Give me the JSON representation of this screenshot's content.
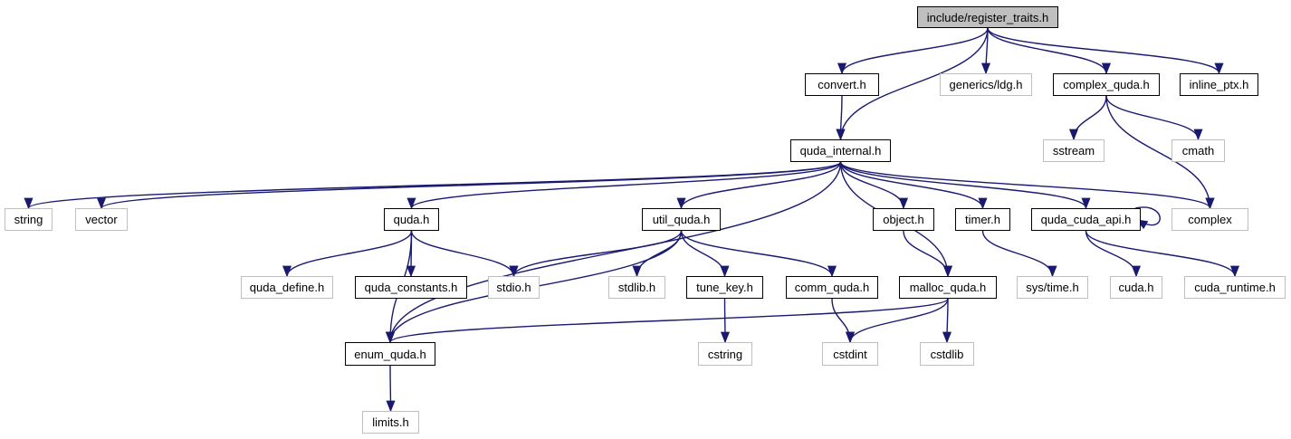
{
  "title": "include/register_traits.h",
  "colors": {
    "edge": "#191970",
    "local_border": "#000000",
    "system_border": "#bfbfbf",
    "root_fill": "#bfbfbf"
  },
  "nodes": {
    "register_traits": {
      "label": "include/register_traits.h",
      "kind": "root"
    },
    "convert": {
      "label": "convert.h",
      "kind": "local"
    },
    "generics_ldg": {
      "label": "generics/ldg.h",
      "kind": "system"
    },
    "complex_quda": {
      "label": "complex_quda.h",
      "kind": "local"
    },
    "inline_ptx": {
      "label": "inline_ptx.h",
      "kind": "local"
    },
    "quda_internal": {
      "label": "quda_internal.h",
      "kind": "local"
    },
    "sstream": {
      "label": "sstream",
      "kind": "system"
    },
    "cmath": {
      "label": "cmath",
      "kind": "system"
    },
    "string": {
      "label": "string",
      "kind": "system"
    },
    "vector": {
      "label": "vector",
      "kind": "system"
    },
    "quda": {
      "label": "quda.h",
      "kind": "local"
    },
    "util_quda": {
      "label": "util_quda.h",
      "kind": "local"
    },
    "object": {
      "label": "object.h",
      "kind": "local"
    },
    "timer": {
      "label": "timer.h",
      "kind": "local"
    },
    "quda_cuda_api": {
      "label": "quda_cuda_api.h",
      "kind": "local"
    },
    "complex": {
      "label": "complex",
      "kind": "system"
    },
    "quda_define": {
      "label": "quda_define.h",
      "kind": "system"
    },
    "quda_constants": {
      "label": "quda_constants.h",
      "kind": "local"
    },
    "stdio": {
      "label": "stdio.h",
      "kind": "system"
    },
    "stdlib": {
      "label": "stdlib.h",
      "kind": "system"
    },
    "tune_key": {
      "label": "tune_key.h",
      "kind": "local"
    },
    "comm_quda": {
      "label": "comm_quda.h",
      "kind": "local"
    },
    "malloc_quda": {
      "label": "malloc_quda.h",
      "kind": "local"
    },
    "sys_time": {
      "label": "sys/time.h",
      "kind": "system"
    },
    "cuda": {
      "label": "cuda.h",
      "kind": "system"
    },
    "cuda_runtime": {
      "label": "cuda_runtime.h",
      "kind": "system"
    },
    "enum_quda": {
      "label": "enum_quda.h",
      "kind": "local"
    },
    "cstring": {
      "label": "cstring",
      "kind": "system"
    },
    "cstdint": {
      "label": "cstdint",
      "kind": "system"
    },
    "cstdlib": {
      "label": "cstdlib",
      "kind": "system"
    },
    "limits": {
      "label": "limits.h",
      "kind": "system"
    }
  },
  "edges": [
    [
      "register_traits",
      "convert"
    ],
    [
      "register_traits",
      "quda_internal"
    ],
    [
      "register_traits",
      "generics_ldg"
    ],
    [
      "register_traits",
      "complex_quda"
    ],
    [
      "register_traits",
      "inline_ptx"
    ],
    [
      "convert",
      "quda_internal"
    ],
    [
      "complex_quda",
      "sstream"
    ],
    [
      "complex_quda",
      "cmath"
    ],
    [
      "complex_quda",
      "complex"
    ],
    [
      "quda_internal",
      "string"
    ],
    [
      "quda_internal",
      "vector"
    ],
    [
      "quda_internal",
      "enum_quda"
    ],
    [
      "quda_internal",
      "quda"
    ],
    [
      "quda_internal",
      "util_quda"
    ],
    [
      "quda_internal",
      "object"
    ],
    [
      "quda_internal",
      "timer"
    ],
    [
      "quda_internal",
      "quda_cuda_api"
    ],
    [
      "quda_internal",
      "complex"
    ],
    [
      "quda_internal",
      "malloc_quda"
    ],
    [
      "quda",
      "quda_define"
    ],
    [
      "quda",
      "quda_constants"
    ],
    [
      "quda",
      "stdio"
    ],
    [
      "quda",
      "enum_quda"
    ],
    [
      "util_quda",
      "stdio"
    ],
    [
      "util_quda",
      "enum_quda"
    ],
    [
      "util_quda",
      "stdlib"
    ],
    [
      "util_quda",
      "tune_key"
    ],
    [
      "util_quda",
      "comm_quda"
    ],
    [
      "object",
      "malloc_quda"
    ],
    [
      "timer",
      "sys_time"
    ],
    [
      "quda_cuda_api",
      "quda_cuda_api"
    ],
    [
      "quda_cuda_api",
      "cuda"
    ],
    [
      "quda_cuda_api",
      "cuda_runtime"
    ],
    [
      "tune_key",
      "cstring"
    ],
    [
      "comm_quda",
      "cstdint"
    ],
    [
      "malloc_quda",
      "enum_quda"
    ],
    [
      "malloc_quda",
      "cstdint"
    ],
    [
      "malloc_quda",
      "cstdlib"
    ],
    [
      "enum_quda",
      "limits"
    ]
  ]
}
